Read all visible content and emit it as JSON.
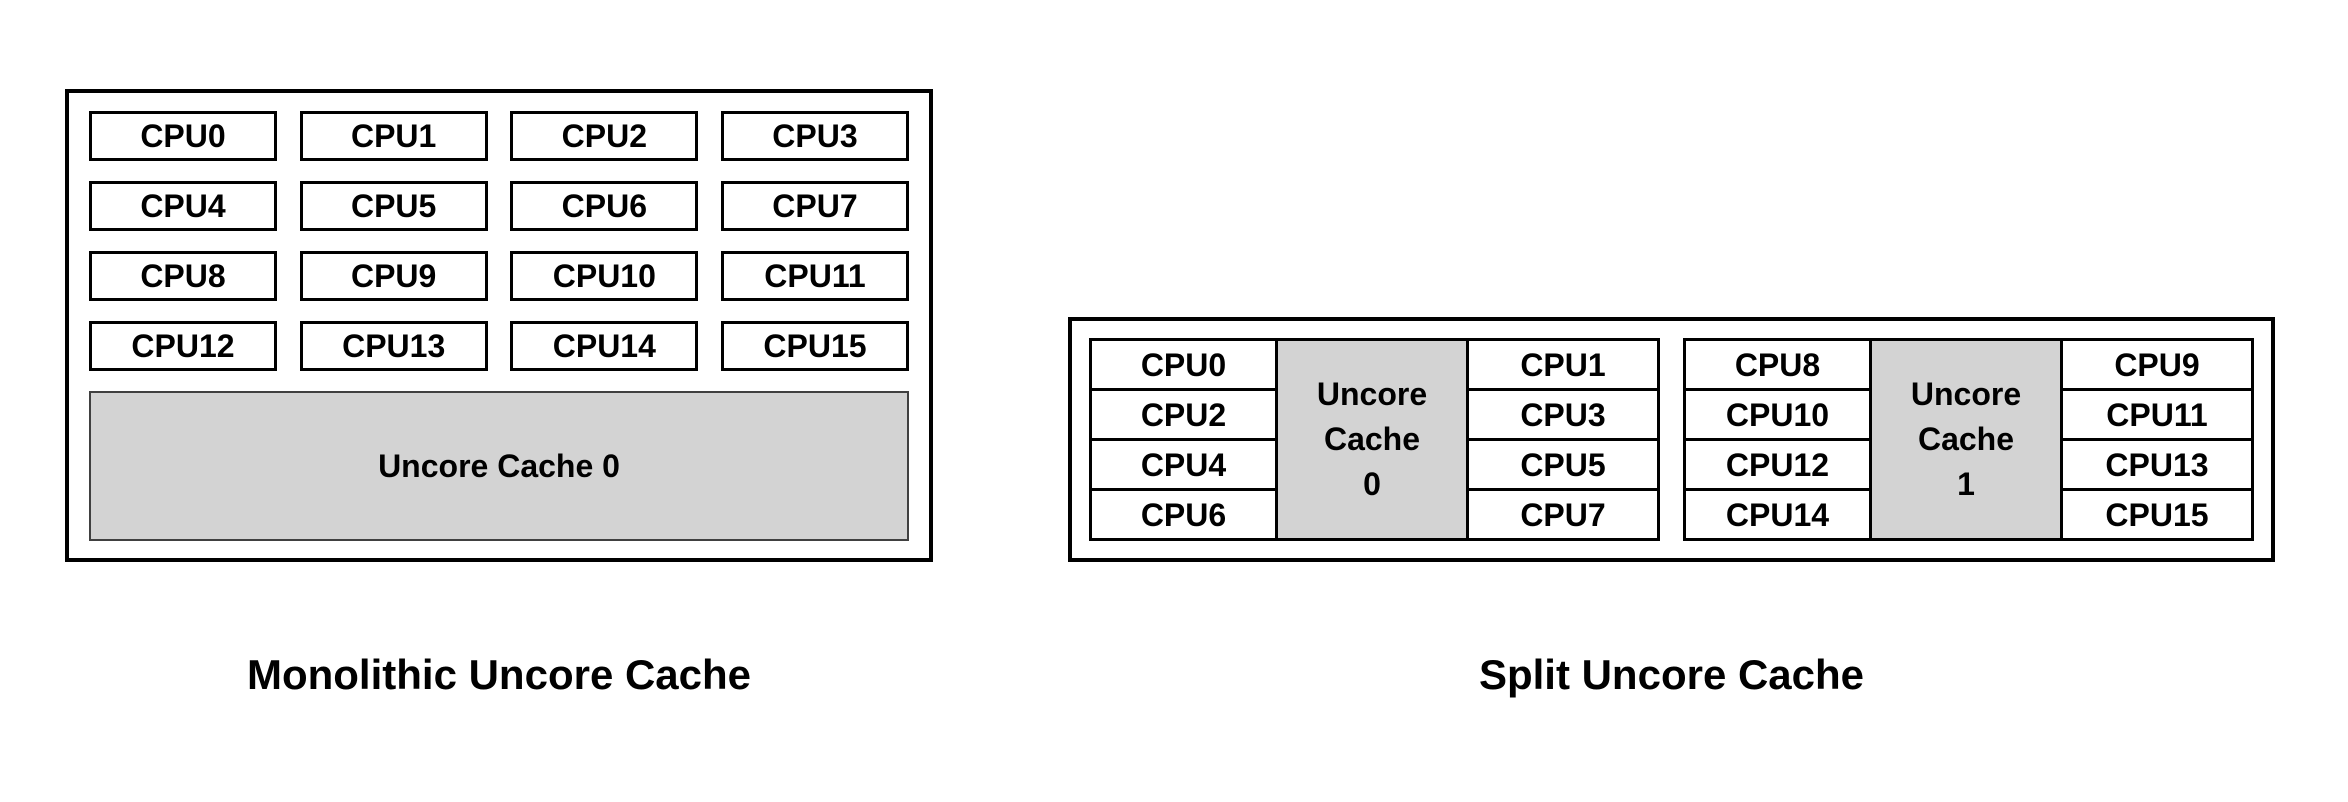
{
  "colors": {
    "background": "#ffffff",
    "box_border": "#000000",
    "cache_fill": "#d3d3d3",
    "cache_border": "#404040",
    "text": "#000000"
  },
  "monolithic": {
    "label": "Monolithic Uncore Cache",
    "cpus": [
      "CPU0",
      "CPU1",
      "CPU2",
      "CPU3",
      "CPU4",
      "CPU5",
      "CPU6",
      "CPU7",
      "CPU8",
      "CPU9",
      "CPU10",
      "CPU11",
      "CPU12",
      "CPU13",
      "CPU14",
      "CPU15"
    ],
    "cache_label": "Uncore Cache 0"
  },
  "split": {
    "label": "Split Uncore Cache",
    "groups": [
      {
        "left_cpus": [
          "CPU0",
          "CPU2",
          "CPU4",
          "CPU6"
        ],
        "cache_lines": [
          "Uncore",
          "Cache",
          "0"
        ],
        "right_cpus": [
          "CPU1",
          "CPU3",
          "CPU5",
          "CPU7"
        ]
      },
      {
        "left_cpus": [
          "CPU8",
          "CPU10",
          "CPU12",
          "CPU14"
        ],
        "cache_lines": [
          "Uncore",
          "Cache",
          "1"
        ],
        "right_cpus": [
          "CPU9",
          "CPU11",
          "CPU13",
          "CPU15"
        ]
      }
    ]
  }
}
